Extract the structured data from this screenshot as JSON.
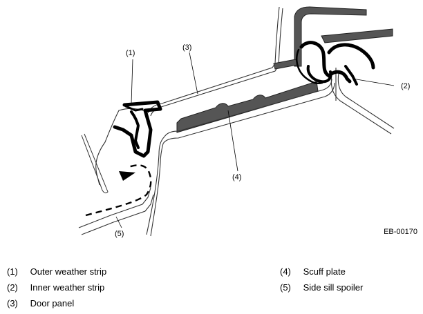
{
  "diagram": {
    "code": "EB-00170",
    "callouts": [
      "(1)",
      "(2)",
      "(3)",
      "(4)",
      "(5)"
    ]
  },
  "legend": {
    "items": [
      {
        "num": "(1)",
        "label": "Outer weather strip"
      },
      {
        "num": "(2)",
        "label": "Inner weather strip"
      },
      {
        "num": "(3)",
        "label": "Door panel"
      },
      {
        "num": "(4)",
        "label": "Scuff plate"
      },
      {
        "num": "(5)",
        "label": "Side sill spoiler"
      }
    ]
  }
}
